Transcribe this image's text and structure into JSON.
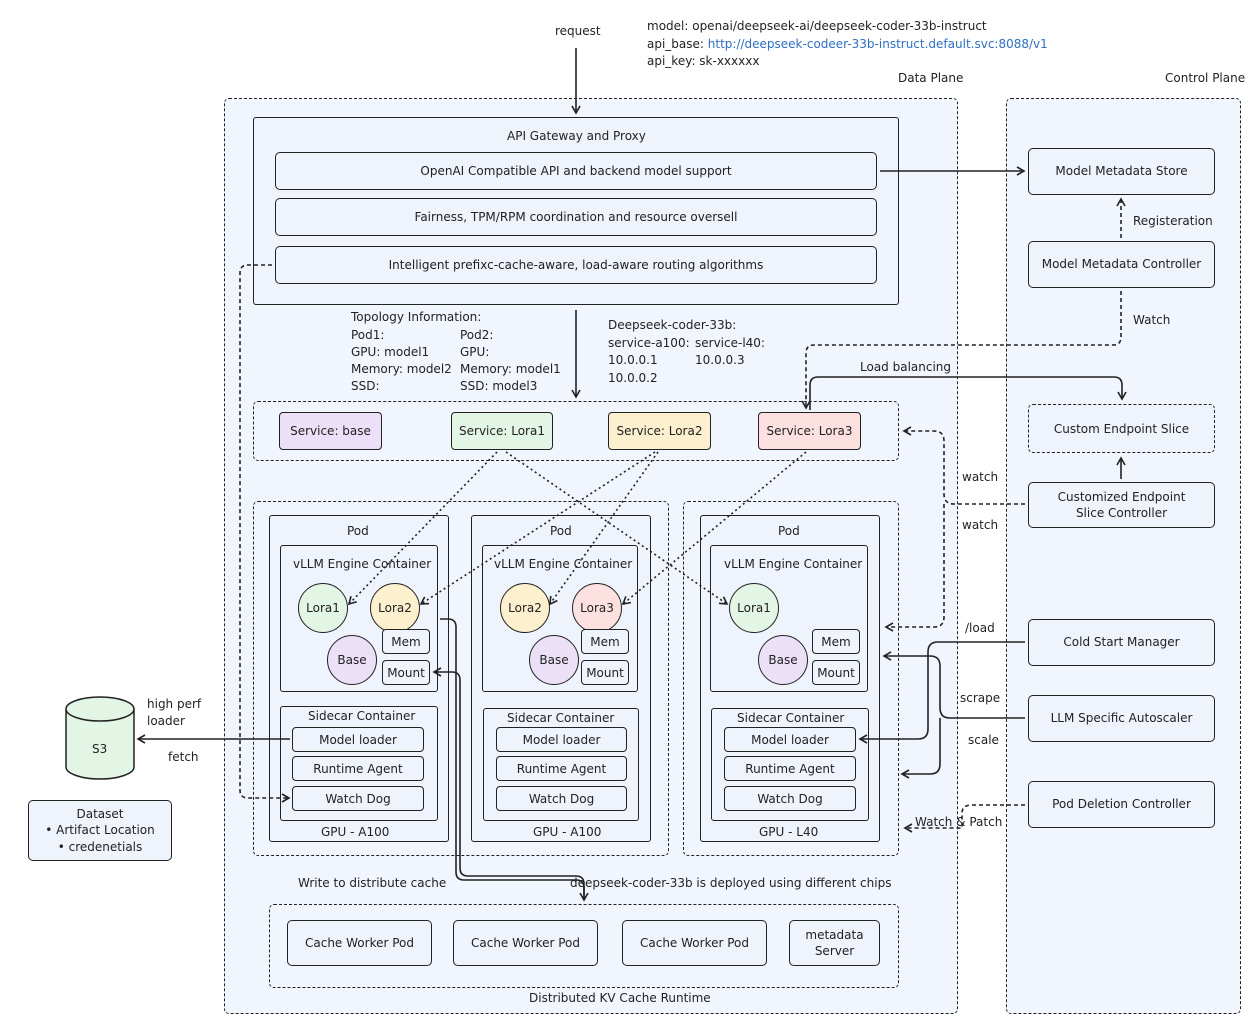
{
  "header": {
    "request": "request",
    "model_line": "model: openai/deepseek-ai/deepseek-coder-33b-instruct",
    "api_base_label": "api_base: ",
    "api_base_url": "http://deepseek-codeer-33b-instruct.default.svc:8088/v1",
    "api_key_line": "api_key: sk-xxxxxx"
  },
  "planes": {
    "data": "Data Plane",
    "control": "Control Plane"
  },
  "gateway": {
    "title": "API Gateway and Proxy",
    "items": [
      "OpenAI Compatible API and backend model support",
      "Fairness, TPM/RPM coordination and resource oversell",
      "Intelligent prefixc-cache-aware, load-aware  routing algorithms"
    ]
  },
  "topology": {
    "title": "Topology Information:",
    "pod1": [
      "Pod1:",
      "GPU: model1",
      "Memory: model2",
      "SSD:"
    ],
    "pod2": [
      "Pod2:",
      "GPU:",
      "Memory: model1",
      "SSD: model3"
    ]
  },
  "deepseek": {
    "title": "Deepseek-coder-33b:",
    "a100": [
      "service-a100:",
      "10.0.0.1",
      "10.0.0.2"
    ],
    "l40": [
      "service-l40:",
      "10.0.0.3"
    ]
  },
  "services": [
    "Service: base",
    "Service: Lora1",
    "Service: Lora2",
    "Service: Lora3"
  ],
  "pods": [
    {
      "pod": "Pod",
      "engine": "vLLM Engine Container",
      "circles": [
        "Lora1",
        "Lora2"
      ],
      "base": "Base",
      "mem": "Mem",
      "mount": "Mount",
      "sidecar": "Sidecar Container",
      "rows": [
        "Model loader",
        "Runtime Agent",
        "Watch Dog"
      ],
      "gpu": "GPU - A100"
    },
    {
      "pod": "Pod",
      "engine": "vLLM Engine Container",
      "circles": [
        "Lora2",
        "Lora3"
      ],
      "base": "Base",
      "mem": "Mem",
      "mount": "Mount",
      "sidecar": "Sidecar Container",
      "rows": [
        "Model loader",
        "Runtime Agent",
        "Watch Dog"
      ],
      "gpu": "GPU - A100"
    },
    {
      "pod": "Pod",
      "engine": "vLLM Engine Container",
      "circles": [
        "Lora1"
      ],
      "base": "Base",
      "mem": "Mem",
      "mount": "Mount",
      "sidecar": "Sidecar Container",
      "rows": [
        "Model loader",
        "Runtime Agent",
        "Watch Dog"
      ],
      "gpu": "GPU - L40"
    }
  ],
  "control": {
    "metadata_store": "Model Metadata Store",
    "registeration": "Registeration",
    "metadata_controller": "Model Metadata Controller",
    "watch": "Watch",
    "load_balancing": "Load balancing",
    "custom_slice": "Custom Endpoint Slice",
    "slice_controller": [
      "Customized Endpoint",
      "Slice Controller"
    ],
    "watch_a": "watch",
    "watch_b": "watch",
    "cold_start": "Cold Start Manager",
    "load": "/load",
    "autoscaler": "LLM Specific Autoscaler",
    "scrape": "scrape",
    "scale": "scale",
    "pod_deletion": "Pod Deletion Controller",
    "watch_patch": "Watch & Patch"
  },
  "s3": {
    "label": "S3",
    "high_perf": [
      "high perf",
      "loader"
    ],
    "fetch": "fetch",
    "dataset_title": "Dataset",
    "dataset_items": [
      "Artifact Location",
      "credenetials"
    ]
  },
  "cache": {
    "write": "Write to distribute cache",
    "deployed": "deepseek-coder-33b is deployed using different chips",
    "workers": [
      "Cache Worker Pod",
      "Cache Worker Pod",
      "Cache Worker Pod"
    ],
    "metadata_server": [
      "metadata",
      "Server"
    ],
    "runtime": "Distributed KV Cache Runtime"
  }
}
